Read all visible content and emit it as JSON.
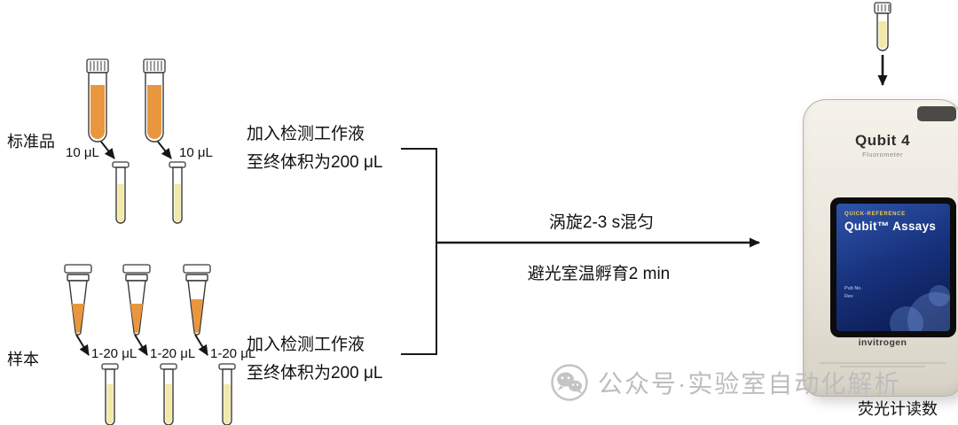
{
  "colors": {
    "liquid-orange": "#E9973F",
    "liquid-yellow": "#F2E9A6",
    "screen-blue-1": "#2E54AA",
    "screen-blue-2": "#0A1848",
    "accent-yellow": "#F2C94C",
    "watermark": "#BDBDBD"
  },
  "standards": {
    "label": "标准品",
    "volumes": [
      "10 μL",
      "10 μL"
    ],
    "step": {
      "line1": "加入检测工作液",
      "line2": "至终体积为200 μL"
    }
  },
  "samples": {
    "label": "样本",
    "volumes": [
      "1-20 μL",
      "1-20 μL",
      "1-20 μL"
    ],
    "step": {
      "line1": "加入检测工作液",
      "line2": "至终体积为200 μL"
    }
  },
  "process": {
    "vortex": "涡旋2-3 s混匀",
    "incubate": "避光室温孵育2 min"
  },
  "device": {
    "name": "Qubit 4",
    "subtitle": "Fluorometer",
    "screen": {
      "tag": "QUICK-REFERENCE",
      "title": "Qubit™ Assays",
      "pub": "Pub No.",
      "rev": "Rev"
    },
    "brand": "invitrogen",
    "result_label": "荧光计读数"
  },
  "watermark": {
    "text": "公众号·实验室自动化解析"
  }
}
